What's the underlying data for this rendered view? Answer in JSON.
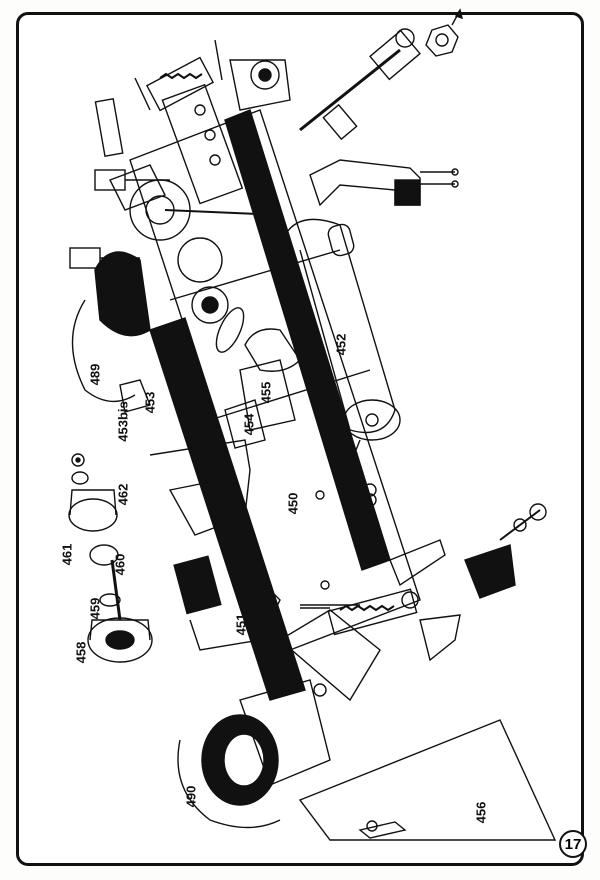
{
  "page": {
    "number": "17"
  },
  "labels": {
    "l452": "452",
    "l489": "489",
    "l453": "453",
    "l453bis": "453bis",
    "l454": "454",
    "l455": "455",
    "l450": "450",
    "l451": "451",
    "l462": "462",
    "l461": "461",
    "l460": "460",
    "l459": "459",
    "l458": "458",
    "l490": "490",
    "l456": "456"
  },
  "colors": {
    "ink": "#111111",
    "paper": "#ffffff"
  }
}
